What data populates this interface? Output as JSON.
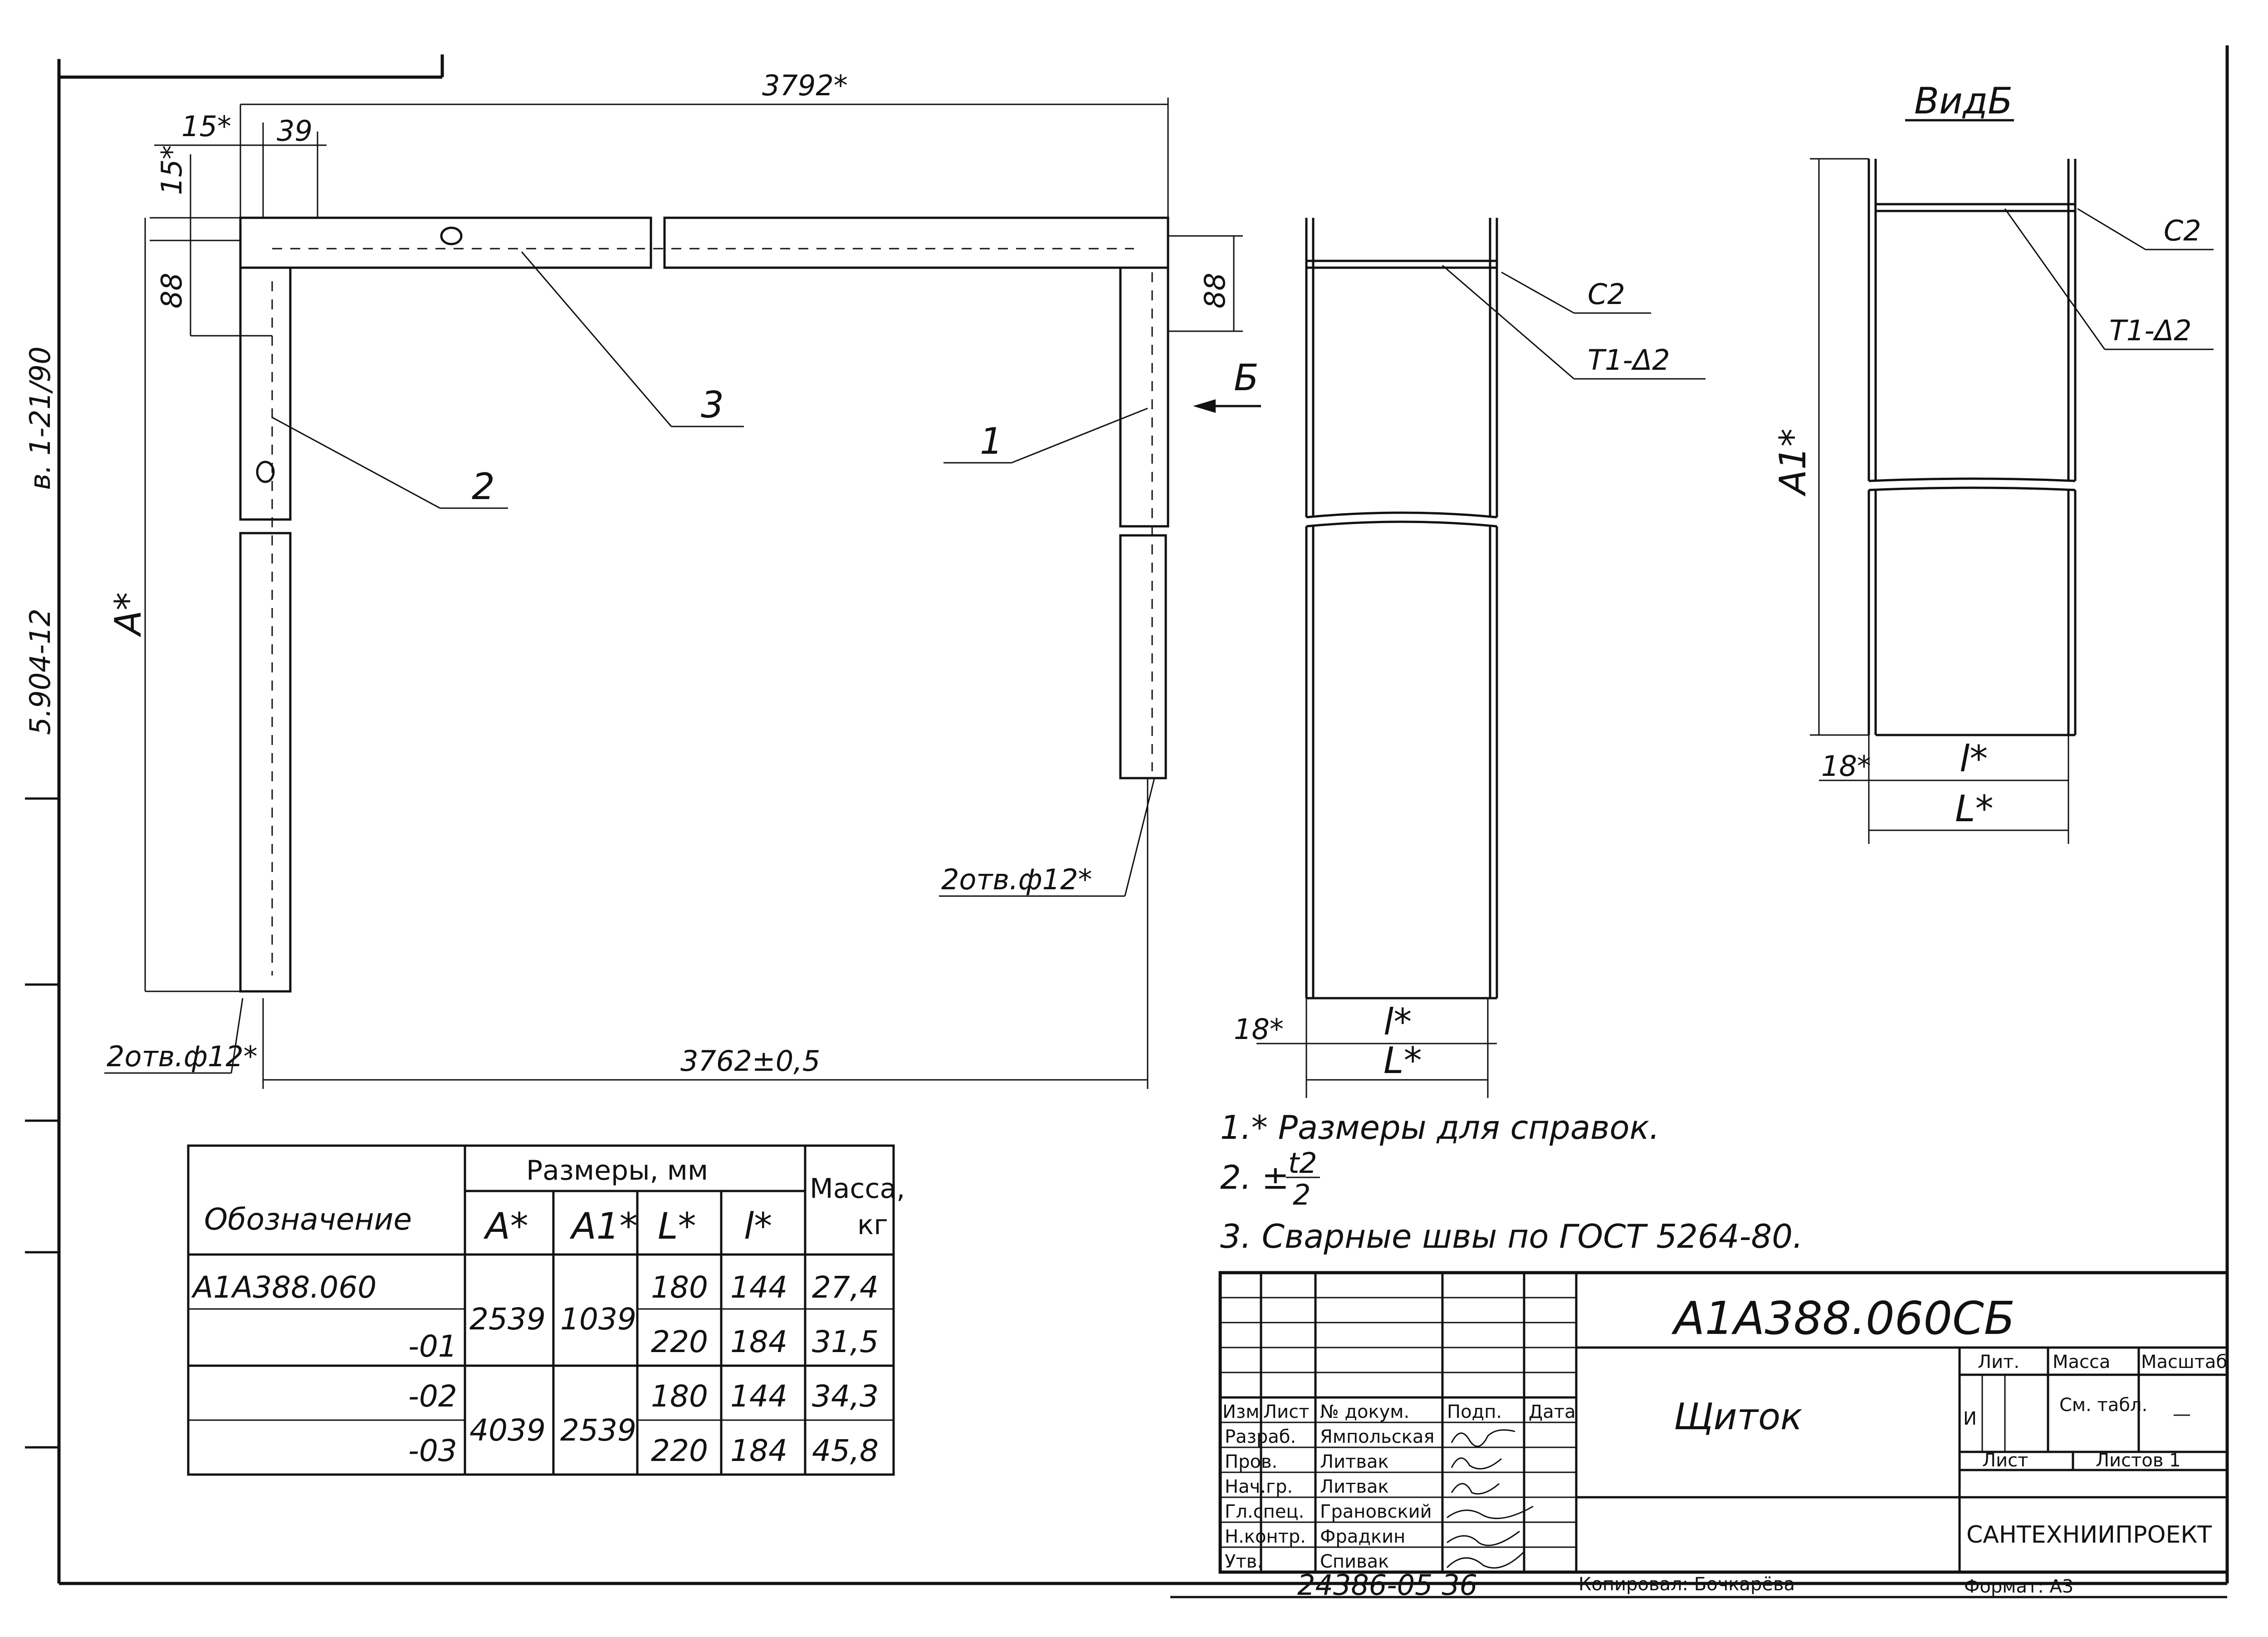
{
  "side_stamp": {
    "vertical_code_1": "5.904-12",
    "vertical_code_2": "в. 1-21/90"
  },
  "main_view": {
    "dim_overall_top": "3792*",
    "dim_left_offset": "15*",
    "dim_hole_offset": "39",
    "dim_vertical_offset": "15*",
    "dim_left_88": "88",
    "dim_right_88": "88",
    "dim_height": "A*",
    "dim_bottom": "3762±0,5",
    "part_1": "1",
    "part_2": "2",
    "part_3": "3",
    "view_arrow_label": "Б",
    "holes_right": "2отв.ф12*",
    "holes_left": "2отв.ф12*"
  },
  "side_view": {
    "weld_c2": "С2",
    "weld_t1": "Т1-Δ2",
    "dim_18": "18*",
    "dim_l_small": "l*",
    "dim_l_big": "L*"
  },
  "view_b": {
    "title": "ВидБ",
    "weld_c2": "С2",
    "weld_t1": "Т1-Δ2",
    "dim_a1": "A1*",
    "dim_18": "18*",
    "dim_l_small": "l*",
    "dim_l_big": "L*"
  },
  "notes": {
    "note_1": "1.* Размеры для справок.",
    "note_2_prefix": "2. ±",
    "note_2_num": "t2",
    "note_2_den": "2",
    "note_3": "3. Сварные швы по ГОСТ 5264-80."
  },
  "size_table": {
    "header_designation": "Обозначение",
    "header_sizes": "Размеры, мм",
    "header_mass_1": "Масса,",
    "header_mass_2": "кг",
    "col_a": "A*",
    "col_a1": "A1*",
    "col_L": "L*",
    "col_l": "l*",
    "rows": [
      {
        "designation": "А1А388.060",
        "a": "2539",
        "a1": "1039",
        "L": "180",
        "l": "144",
        "mass": "27,4"
      },
      {
        "designation": "-01",
        "a": "",
        "a1": "",
        "L": "220",
        "l": "184",
        "mass": "31,5"
      },
      {
        "designation": "-02",
        "a": "4039",
        "a1": "2539",
        "L": "180",
        "l": "144",
        "mass": "34,3"
      },
      {
        "designation": "-03",
        "a": "",
        "a1": "",
        "L": "220",
        "l": "184",
        "mass": "45,8"
      }
    ]
  },
  "title_block": {
    "doc_code": "А1А388.060СБ",
    "name": "Щиток",
    "col_izm": "Изм",
    "col_list": "Лист",
    "col_doc": "№ докум.",
    "col_sign": "Подп.",
    "col_date": "Дата",
    "roles": [
      {
        "role": "Разраб.",
        "person": "Ямпольская"
      },
      {
        "role": "Пров.",
        "person": "Литвак"
      },
      {
        "role": "Нач.гр.",
        "person": "Литвак"
      },
      {
        "role": "Гл.спец.",
        "person": "Грановский"
      },
      {
        "role": "Н.контр.",
        "person": "Фрадкин"
      },
      {
        "role": "Утв.",
        "person": "Спивак"
      }
    ],
    "lit_label": "Лит.",
    "mass_label": "Масса",
    "scale_label": "Масштаб",
    "lit_value": "И",
    "mass_value": "См. табл.",
    "scale_value": "—",
    "sheet_label": "Лист",
    "sheets_label": "Листов 1",
    "organization": "САНТЕХНИИПРОЕКТ"
  },
  "footer": {
    "inv_number": "24386-05  36",
    "copied_by": "Копировал: Бочкарёва",
    "format": "Формат: А3"
  }
}
